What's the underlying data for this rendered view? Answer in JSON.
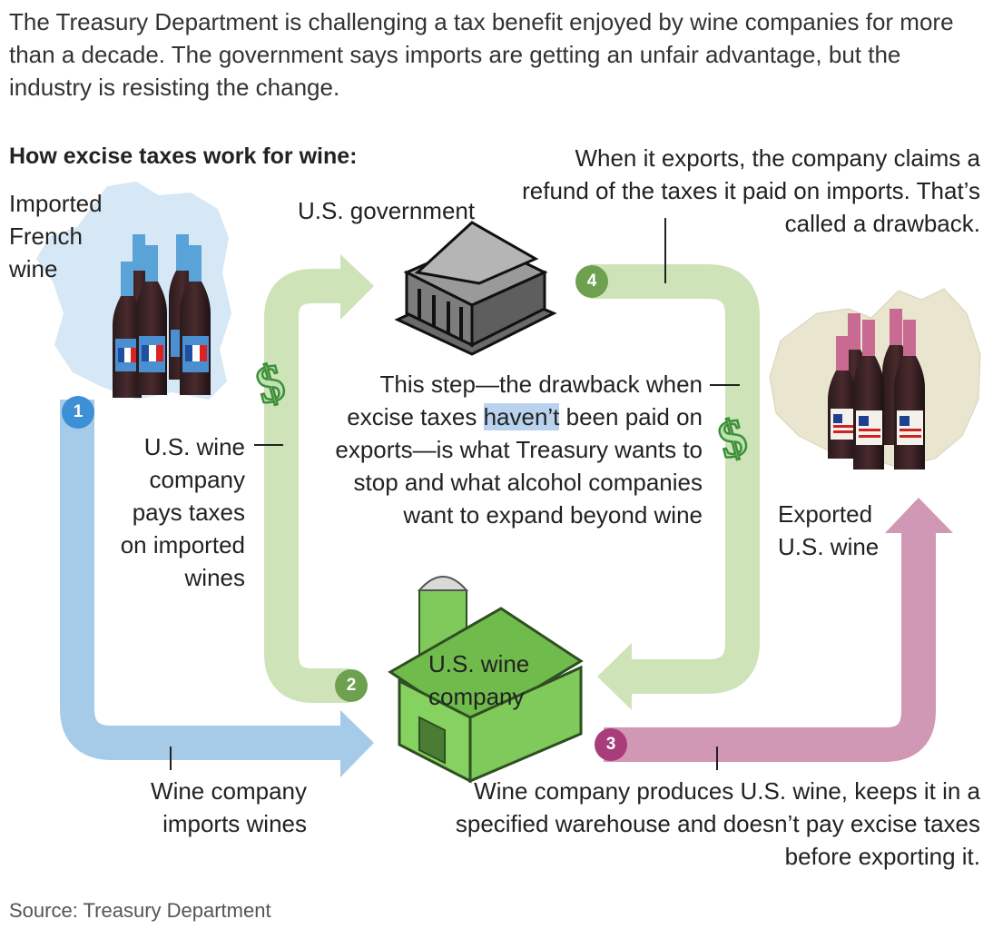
{
  "intro_text": "The Treasury Department is challenging a tax benefit enjoyed by wine companies for more than a decade. The government says imports are getting an unfair advantage, but the industry is resisting the change.",
  "heading": "How excise taxes work for wine:",
  "labels": {
    "imported_wine": "Imported French wine",
    "us_government": "U.S. government",
    "drawback_note": "When it exports, the company claims a refund of the taxes it paid on imports. That’s called a drawback.",
    "step_note_before": "This step—the drawback when excise taxes ",
    "step_note_highlight": "haven’t",
    "step_note_after": " been paid on exports—is what Treasury wants to stop and what alcohol companies want to expand beyond wine",
    "pays_taxes": "U.S. wine company pays taxes on imported wines",
    "wine_company": "U.S. wine company",
    "exported_wine": "Exported U.S. wine",
    "imports_wines": "Wine company imports wines",
    "produces_wine": "Wine company produces U.S. wine, keeps it in a specified warehouse and doesn’t pay excise taxes before exporting it."
  },
  "steps": [
    "1",
    "2",
    "3",
    "4"
  ],
  "dollar_sign": "$",
  "source": "Source: Treasury Department",
  "colors": {
    "blue_arrow": "#a6cbe8",
    "green_arrow": "#cfe3b8",
    "pink_arrow": "#d198b5",
    "badge_blue": "#3d8fd6",
    "badge_green": "#6ea14f",
    "badge_pink": "#a93c7b",
    "house_green": "#7fca5a",
    "dollar_green": "#3c8f3a",
    "highlight": "#b9d3ee"
  },
  "icons": [
    "france-map",
    "australia-map",
    "french-wine-bottles",
    "us-wine-bottles",
    "government-building",
    "winery-house"
  ]
}
